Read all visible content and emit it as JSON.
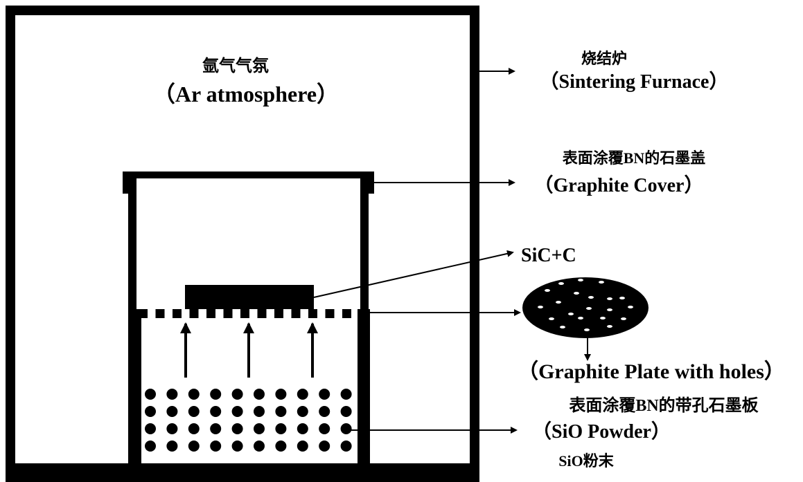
{
  "furnace": {
    "label_cn": "烧结炉",
    "label_en": "（Sintering Furnace）"
  },
  "atmosphere": {
    "label_cn": "氩气气氛",
    "label_en": "（Ar atmosphere）"
  },
  "cover": {
    "label_cn": "表面涂覆BN的石墨盖",
    "label_en": "（Graphite Cover）"
  },
  "sample": {
    "label": "SiC+C"
  },
  "plate": {
    "label_en": "（Graphite Plate with holes）",
    "label_cn": "表面涂覆BN的带孔石墨板"
  },
  "powder": {
    "label_en": "（SiO Powder）",
    "label_cn": "SiO粉末"
  }
}
